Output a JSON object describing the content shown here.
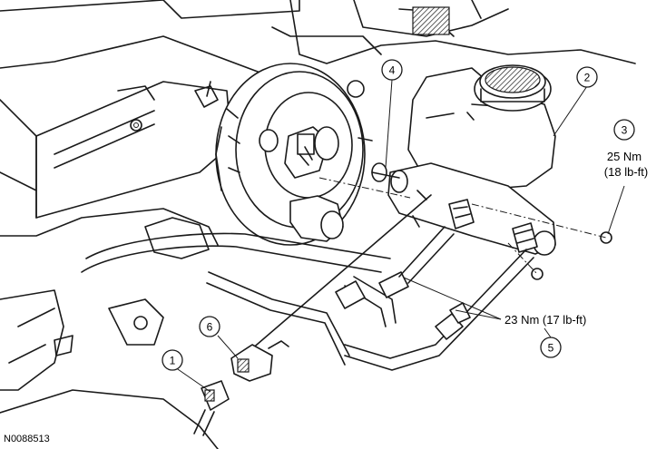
{
  "figure_id": "N0088513",
  "callouts": [
    {
      "id": "c1",
      "number": "1"
    },
    {
      "id": "c2",
      "number": "2"
    },
    {
      "id": "c3",
      "number": "3"
    },
    {
      "id": "c4",
      "number": "4"
    },
    {
      "id": "c5",
      "number": "5"
    },
    {
      "id": "c6",
      "number": "6"
    }
  ],
  "torque_specs": {
    "nut_line1": "25 Nm",
    "nut_line2": "(18 lb-ft)",
    "brake_lines": "23 Nm (17 lb-ft)"
  }
}
